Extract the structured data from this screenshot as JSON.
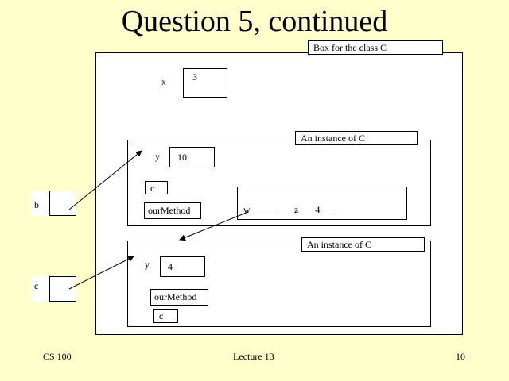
{
  "title": "Question 5, continued",
  "class_box": {
    "caption": "Box for the class C",
    "x_label": "x",
    "x_value": "3"
  },
  "instance1": {
    "caption": "An instance of C",
    "y_label": "y",
    "y_value": "10",
    "c_label": "c",
    "method_label": "ourMethod",
    "w_text": "w_____",
    "z_text": "z ___4___"
  },
  "instance2": {
    "caption": "An instance of C",
    "y_label": "y",
    "y_value": "4",
    "method_label": "ourMethod",
    "c_label": "c"
  },
  "vars": {
    "b_label": "b",
    "c_label": "c"
  },
  "footer": {
    "left": "CS 100",
    "center": "Lecture 13",
    "right": "10"
  }
}
